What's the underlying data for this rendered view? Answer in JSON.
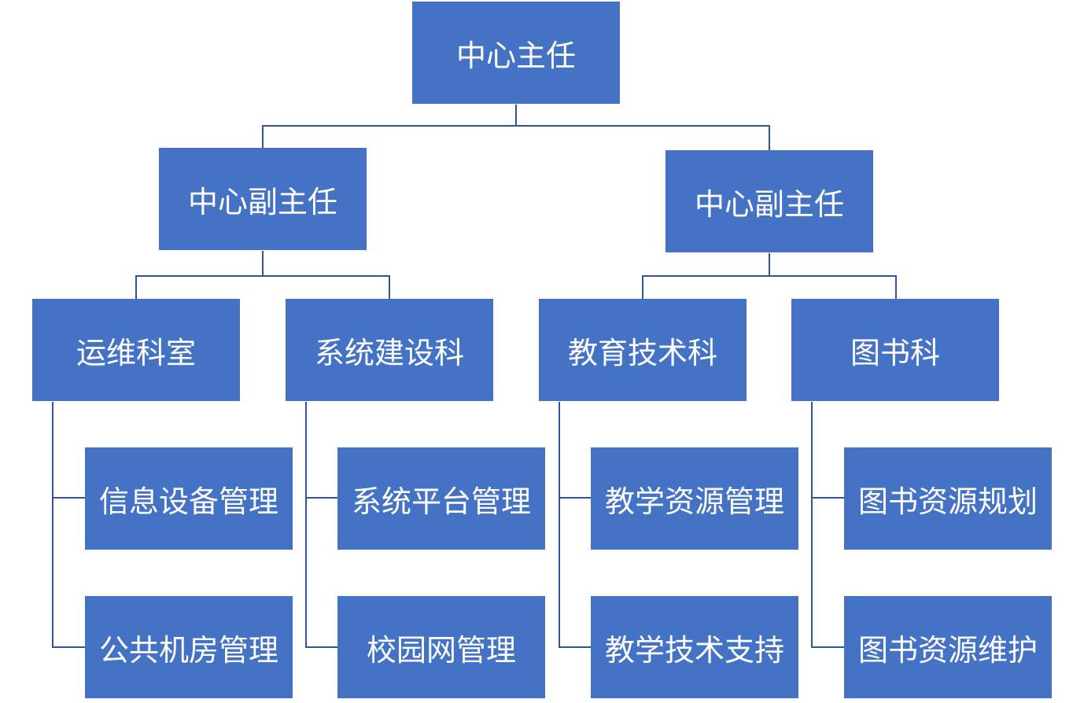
{
  "colors": {
    "node_fill": "#4472C4",
    "node_text": "#FFFFFF",
    "connector": "#2F5597"
  },
  "org": {
    "director": "中心主任",
    "deputies": [
      {
        "title": "中心副主任",
        "sections": [
          {
            "name": "运维科室",
            "duties": [
              "信息设备管理",
              "公共机房管理"
            ]
          },
          {
            "name": "系统建设科",
            "duties": [
              "系统平台管理",
              "校园网管理"
            ]
          }
        ]
      },
      {
        "title": "中心副主任",
        "sections": [
          {
            "name": "教育技术科",
            "duties": [
              "教学资源管理",
              "教学技术支持"
            ]
          },
          {
            "name": "图书科",
            "duties": [
              "图书资源规划",
              "图书资源维护"
            ]
          }
        ]
      }
    ]
  }
}
